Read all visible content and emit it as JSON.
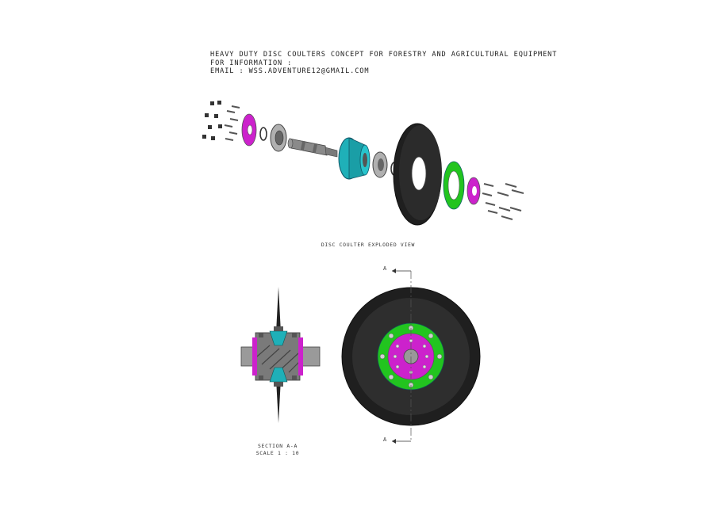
{
  "header": {
    "line1": "HEAVY DUTY DISC COULTERS CONCEPT FOR FORESTRY AND AGRICULTURAL EQUIPMENT",
    "line2": "FOR INFORMATION :",
    "line3": "EMAIL : WSS.ADVENTURE12@GMAIL.COM"
  },
  "exploded_view": {
    "caption": "DISC COULTER EXPLODED VIEW"
  },
  "section_view": {
    "caption_line1": "SECTION A-A",
    "caption_line2": "SCALE 1 : 10"
  },
  "front_view": {
    "cut_label_top": "A",
    "cut_label_bottom": "A"
  },
  "colors": {
    "disc": "#2b2b2b",
    "disc_rim": "#1a1a1a",
    "flange_green": "#22c41f",
    "plate_magenta": "#cc22cc",
    "hub_teal": "#1fb0b8",
    "shaft_grey": "#8a8a8a",
    "bearing_grey": "#b0b0b0"
  }
}
